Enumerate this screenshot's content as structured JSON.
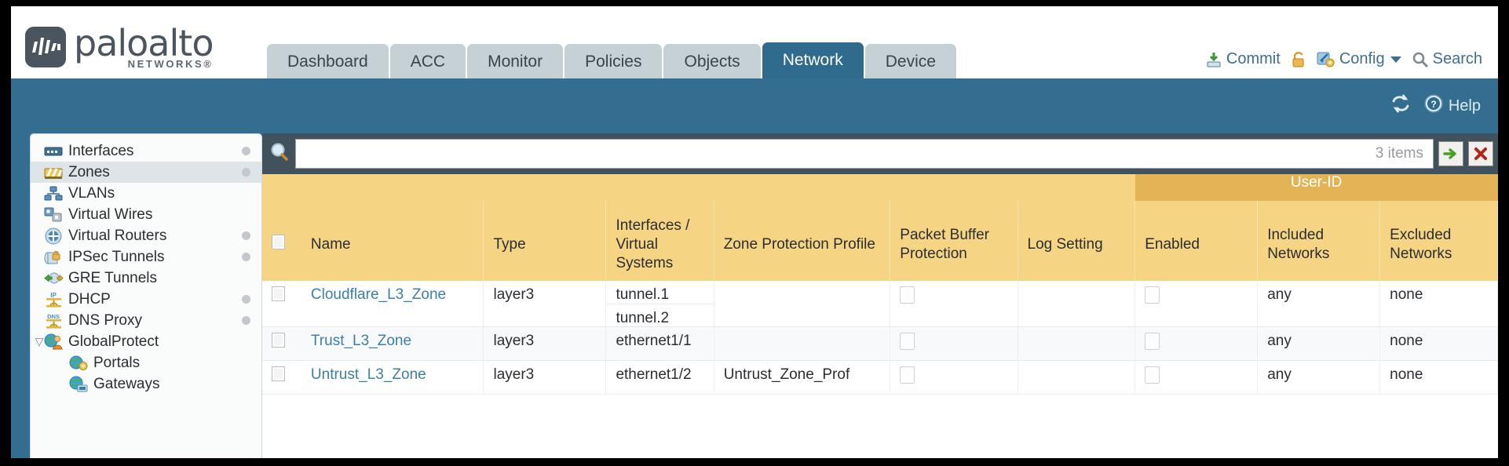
{
  "brand": {
    "name": "paloalto",
    "tagline": "NETWORKS®",
    "logo_icon": "paloalto-logo-icon"
  },
  "tabs": [
    {
      "label": "Dashboard",
      "active": false
    },
    {
      "label": "ACC",
      "active": false
    },
    {
      "label": "Monitor",
      "active": false
    },
    {
      "label": "Policies",
      "active": false
    },
    {
      "label": "Objects",
      "active": false
    },
    {
      "label": "Network",
      "active": true
    },
    {
      "label": "Device",
      "active": false
    }
  ],
  "toolbar": {
    "commit_label": "Commit",
    "lock_icon": "padlock-icon",
    "config_label": "Config",
    "search_label": "Search"
  },
  "bluebar": {
    "refresh_icon": "refresh-icon",
    "help_label": "Help"
  },
  "sidebar": {
    "items": [
      {
        "label": "Interfaces",
        "icon": "interfaces-icon",
        "selected": false,
        "dot": true,
        "child": false,
        "twisty": ""
      },
      {
        "label": "Zones",
        "icon": "zones-icon",
        "selected": true,
        "dot": true,
        "child": false,
        "twisty": ""
      },
      {
        "label": "VLANs",
        "icon": "vlans-icon",
        "selected": false,
        "dot": false,
        "child": false,
        "twisty": ""
      },
      {
        "label": "Virtual Wires",
        "icon": "virtual-wires-icon",
        "selected": false,
        "dot": false,
        "child": false,
        "twisty": ""
      },
      {
        "label": "Virtual Routers",
        "icon": "virtual-routers-icon",
        "selected": false,
        "dot": true,
        "child": false,
        "twisty": ""
      },
      {
        "label": "IPSec Tunnels",
        "icon": "ipsec-tunnels-icon",
        "selected": false,
        "dot": true,
        "child": false,
        "twisty": ""
      },
      {
        "label": "GRE Tunnels",
        "icon": "gre-tunnels-icon",
        "selected": false,
        "dot": false,
        "child": false,
        "twisty": ""
      },
      {
        "label": "DHCP",
        "icon": "dhcp-icon",
        "selected": false,
        "dot": true,
        "child": false,
        "twisty": ""
      },
      {
        "label": "DNS Proxy",
        "icon": "dns-proxy-icon",
        "selected": false,
        "dot": true,
        "child": false,
        "twisty": ""
      },
      {
        "label": "GlobalProtect",
        "icon": "globalprotect-icon",
        "selected": false,
        "dot": false,
        "child": false,
        "twisty": "▽"
      },
      {
        "label": "Portals",
        "icon": "portals-icon",
        "selected": false,
        "dot": false,
        "child": true,
        "twisty": ""
      },
      {
        "label": "Gateways",
        "icon": "gateways-icon",
        "selected": false,
        "dot": false,
        "child": true,
        "twisty": ""
      }
    ]
  },
  "search": {
    "value": "",
    "placeholder": "",
    "items_count": "3 items",
    "apply_icon": "green-arrow-icon",
    "clear_icon": "red-x-icon",
    "search_icon": "magnifier-icon"
  },
  "table": {
    "group_header": {
      "label": "User-ID",
      "spans_columns": [
        "Enabled",
        "Included Networks",
        "Excluded Networks"
      ]
    },
    "columns": [
      "Name",
      "Type",
      "Interfaces / Virtual Systems",
      "Zone Protection Profile",
      "Packet Buffer Protection",
      "Log Setting",
      "Enabled",
      "Included Networks",
      "Excluded Networks"
    ],
    "rows": [
      {
        "selected": false,
        "name": "Cloudflare_L3_Zone",
        "type": "layer3",
        "interfaces": [
          "tunnel.1",
          "tunnel.2"
        ],
        "zone_protection_profile": "",
        "packet_buffer_protection": false,
        "log_setting": "",
        "userid_enabled": false,
        "included_networks": "any",
        "excluded_networks": "none"
      },
      {
        "selected": false,
        "name": "Trust_L3_Zone",
        "type": "layer3",
        "interfaces": [
          "ethernet1/1"
        ],
        "zone_protection_profile": "",
        "packet_buffer_protection": false,
        "log_setting": "",
        "userid_enabled": false,
        "included_networks": "any",
        "excluded_networks": "none"
      },
      {
        "selected": false,
        "name": "Untrust_L3_Zone",
        "type": "layer3",
        "interfaces": [
          "ethernet1/2"
        ],
        "zone_protection_profile": "Untrust_Zone_Prof",
        "packet_buffer_protection": false,
        "log_setting": "",
        "userid_enabled": false,
        "included_networks": "any",
        "excluded_networks": "none"
      }
    ]
  },
  "colors": {
    "brand_slate": "#4a5560",
    "tab_active": "#2e6b8c",
    "tab_inactive": "#c5d1d4",
    "blue_bar": "#336e91",
    "header_amber": "#f5d483",
    "group_amber": "#e3b455",
    "link": "#3d7ea6"
  }
}
